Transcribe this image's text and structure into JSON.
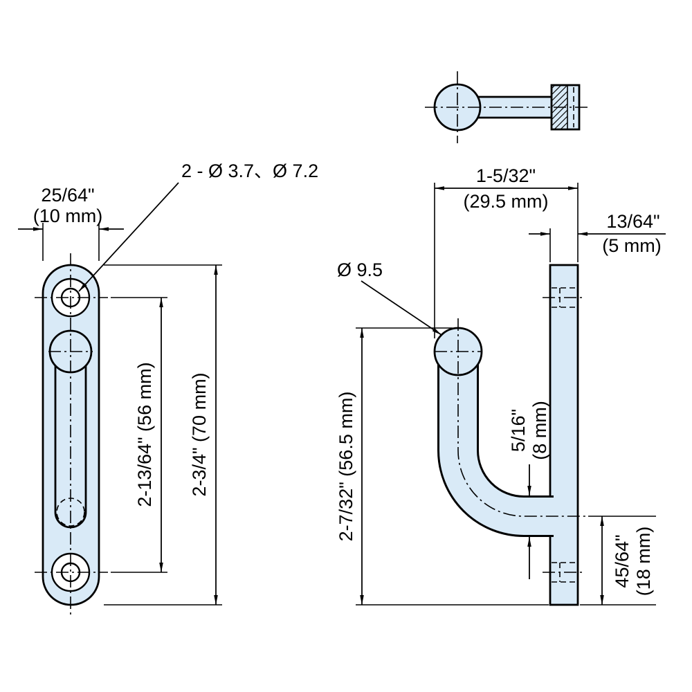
{
  "title": "Hook hardware technical drawing",
  "colors": {
    "part_fill": "#d9eaf7",
    "line": "#000000",
    "background": "#ffffff"
  },
  "front_view": {
    "width_in": "25/64\"",
    "width_mm": "(10 mm)",
    "holes": "2 - Ø 3.7、Ø 7.2",
    "pitch": "2-13/64\" (56 mm)",
    "height": "2-3/4\" (70 mm)"
  },
  "side_view": {
    "depth_in": "1-5/32\"",
    "depth_mm": "(29.5 mm)",
    "thickness_in": "13/64\"",
    "thickness_mm": "(5 mm)",
    "ball": "Ø 9.5",
    "height": "2-7/32\" (56.5 mm)",
    "rod_in": "5/16\"",
    "rod_mm": "(8 mm)",
    "offset_in": "45/64\"",
    "offset_mm": "(18 mm)"
  }
}
